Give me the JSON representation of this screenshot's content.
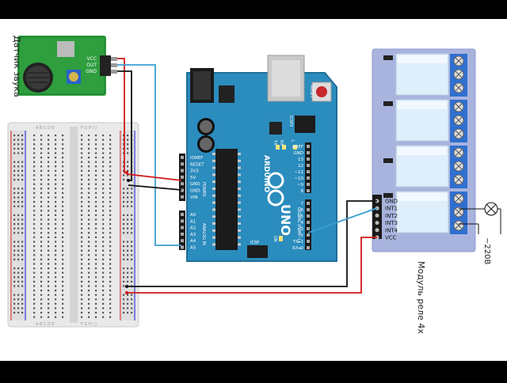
{
  "sensor": {
    "caption": "Датчик звука",
    "pins": [
      "VCC",
      "OUT",
      "GND"
    ]
  },
  "arduino": {
    "brand": "ARDUINO",
    "model": "UNO",
    "reset_label": "RESET",
    "icsp_top": "ICSP2",
    "icsp_bottom": "ICSP",
    "on_label": "ON",
    "tx_label": "TX",
    "rx_label": "RX",
    "l_label": "L",
    "power_group": "POWER",
    "analog_group": "ANALOG IN",
    "digital_group": "DIGITAL (PWM~)",
    "power_pins": [
      "IOREF",
      "RESET",
      "3V3",
      "5V",
      "GND",
      "GND",
      "VIN"
    ],
    "analog_pins": [
      "A0",
      "A1",
      "A2",
      "A3",
      "A4",
      "A5"
    ],
    "digital_top": [
      "AREF",
      "GND",
      "13",
      "12",
      "~11",
      "~10",
      "~9",
      "8"
    ],
    "digital_bottom": [
      "7",
      "~6",
      "~5",
      "4",
      "~3",
      "2",
      "TX▸1",
      "RX◂0"
    ]
  },
  "relay": {
    "caption": "Модуль реле 4х",
    "pins": [
      "GND",
      "INT1",
      "INT2",
      "INT3",
      "INT4",
      "VCC"
    ],
    "voltage": "~220В"
  },
  "breadboard": {
    "col_letters_left": "A B C D E",
    "col_letters_right": "F G H I J"
  },
  "colors": {
    "wire_red": "#d01818",
    "wire_black": "#111111",
    "wire_blue": "#3a9fd0",
    "arduino_board": "#2b8cbe",
    "sensor_board": "#2e9e3e",
    "relay_board": "#a9b4de"
  }
}
